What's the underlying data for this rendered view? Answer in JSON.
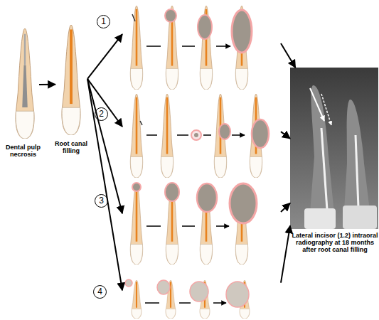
{
  "diagram": {
    "nodes": [
      {
        "text": [
          "Dental pulp necrosis"
        ]
      },
      {
        "text": [
          "Root canal filling"
        ]
      },
      {
        "text": [
          "1"
        ]
      },
      {
        "text": [
          "2"
        ]
      },
      {
        "text": [
          "3"
        ]
      },
      {
        "text": [
          "4"
        ]
      },
      {
        "text": [
          "Lateral incisor (1.2) intraoral radiography at 18 months after root canal filling"
        ]
      }
    ],
    "edges": [
      {
        "from": 0,
        "to": 1,
        "arrow": "to"
      },
      {
        "from": 1,
        "to": 2,
        "arrow": "to"
      },
      {
        "from": 1,
        "to": 3,
        "arrow": "to"
      },
      {
        "from": 1,
        "to": 4,
        "arrow": "to"
      },
      {
        "from": 1,
        "to": 5,
        "arrow": "to"
      },
      {
        "from": 2,
        "to": 6,
        "arrow": "to"
      },
      {
        "from": 3,
        "to": 6,
        "arrow": "to"
      },
      {
        "from": 4,
        "to": 6,
        "arrow": "to"
      },
      {
        "from": 5,
        "to": 6,
        "arrow": "to"
      }
    ]
  }
}
